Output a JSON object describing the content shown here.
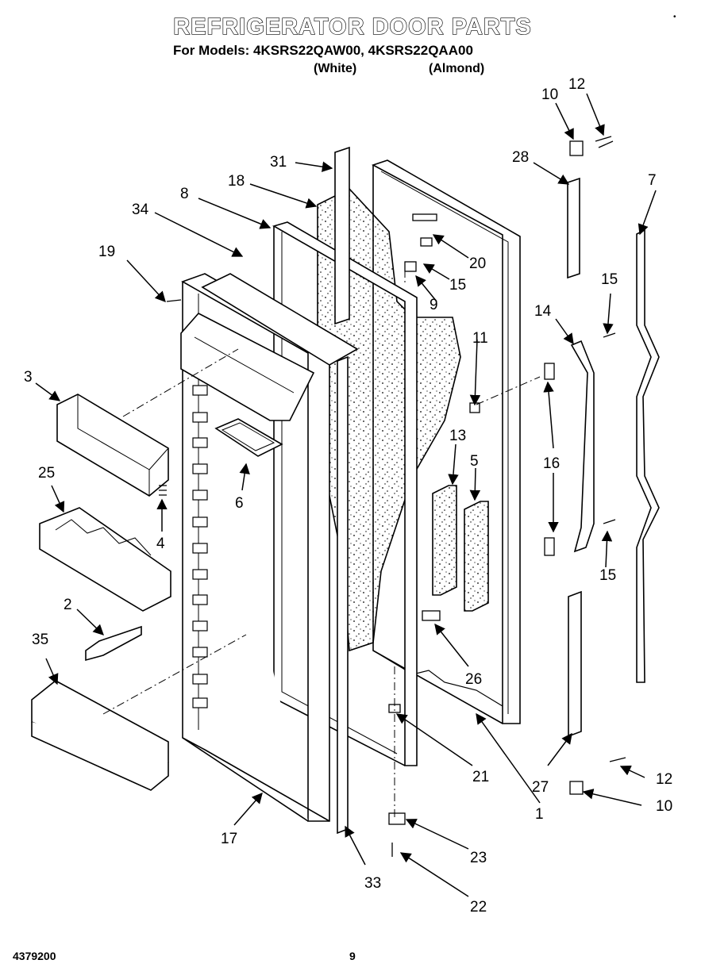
{
  "header": {
    "title": "REFRIGERATOR DOOR PARTS",
    "models_line": "For Models: 4KSRS22QAW00, 4KSRS22QAA00",
    "variant_white": "(White)",
    "variant_almond": "(Almond)"
  },
  "footer": {
    "doc_number": "4379200",
    "page_number": "9"
  },
  "callouts": {
    "c1": "1",
    "c2": "2",
    "c3": "3",
    "c4": "4",
    "c5": "5",
    "c6": "6",
    "c7": "7",
    "c8": "8",
    "c9": "9",
    "c10a": "10",
    "c10b": "10",
    "c11": "11",
    "c12a": "12",
    "c12b": "12",
    "c13": "13",
    "c14": "14",
    "c15a": "15",
    "c15b": "15",
    "c15c": "15",
    "c16": "16",
    "c17": "17",
    "c18": "18",
    "c19": "19",
    "c20": "20",
    "c21": "21",
    "c22": "22",
    "c23": "23",
    "c25": "25",
    "c26": "26",
    "c27": "27",
    "c28": "28",
    "c31": "31",
    "c33": "33",
    "c34": "34",
    "c35": "35"
  }
}
